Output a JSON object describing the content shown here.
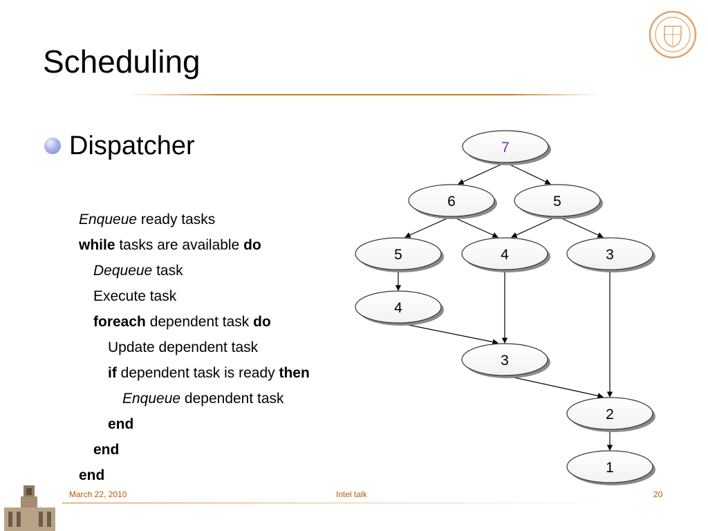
{
  "slide": {
    "title": "Scheduling",
    "bullet": "Dispatcher",
    "footer": {
      "date": "March 22, 2010",
      "center": "Intel talk",
      "page": "20"
    }
  },
  "code": [
    {
      "indent": 0,
      "parts": [
        {
          "t": "Enqueue",
          "s": "it"
        },
        {
          "t": " ready tasks",
          "s": ""
        }
      ]
    },
    {
      "indent": 0,
      "parts": [
        {
          "t": "while",
          "s": "kw"
        },
        {
          "t": " tasks are available ",
          "s": ""
        },
        {
          "t": "do",
          "s": "kw"
        }
      ]
    },
    {
      "indent": 1,
      "parts": [
        {
          "t": "Dequeue",
          "s": "it"
        },
        {
          "t": " task",
          "s": ""
        }
      ]
    },
    {
      "indent": 1,
      "parts": [
        {
          "t": "Execute task",
          "s": ""
        }
      ]
    },
    {
      "indent": 1,
      "parts": [
        {
          "t": "foreach",
          "s": "kw"
        },
        {
          "t": " dependent task ",
          "s": ""
        },
        {
          "t": "do",
          "s": "kw"
        }
      ]
    },
    {
      "indent": 2,
      "parts": [
        {
          "t": "Update dependent task",
          "s": ""
        }
      ]
    },
    {
      "indent": 2,
      "parts": [
        {
          "t": "if",
          "s": "kw"
        },
        {
          "t": " dependent task is ready ",
          "s": ""
        },
        {
          "t": "then",
          "s": "kw"
        }
      ]
    },
    {
      "indent": 3,
      "parts": [
        {
          "t": "Enqueue",
          "s": "it"
        },
        {
          "t": " dependent task",
          "s": ""
        }
      ]
    },
    {
      "indent": 2,
      "parts": [
        {
          "t": "end",
          "s": "kw"
        }
      ]
    },
    {
      "indent": 1,
      "parts": [
        {
          "t": "end",
          "s": "kw"
        }
      ]
    },
    {
      "indent": 0,
      "parts": [
        {
          "t": "end",
          "s": "kw"
        }
      ]
    }
  ],
  "graph": {
    "nodes": [
      {
        "id": "n7",
        "label": "7",
        "highlight": true
      },
      {
        "id": "n6",
        "label": "6"
      },
      {
        "id": "n5a",
        "label": "5"
      },
      {
        "id": "n5b",
        "label": "5"
      },
      {
        "id": "n4a",
        "label": "4"
      },
      {
        "id": "n3a",
        "label": "3"
      },
      {
        "id": "n4b",
        "label": "4"
      },
      {
        "id": "n3b",
        "label": "3"
      },
      {
        "id": "n2",
        "label": "2"
      },
      {
        "id": "n1",
        "label": "1"
      }
    ],
    "edges": [
      [
        "n7",
        "n6"
      ],
      [
        "n7",
        "n5a"
      ],
      [
        "n6",
        "n5b"
      ],
      [
        "n6",
        "n4a"
      ],
      [
        "n5a",
        "n4a"
      ],
      [
        "n5a",
        "n3a"
      ],
      [
        "n5b",
        "n4b"
      ],
      [
        "n4a",
        "n3b"
      ],
      [
        "n4b",
        "n3b"
      ],
      [
        "n3a",
        "n2"
      ],
      [
        "n3b",
        "n2"
      ],
      [
        "n2",
        "n1"
      ]
    ],
    "colors": {
      "highlight_text": "#7030c0",
      "node_stroke": "#333333",
      "node_shadow": "#8a8a8a"
    }
  },
  "colors": {
    "accent": "#cc7a1a",
    "footer_text": "#b15a00",
    "bullet": "#aab3ea"
  }
}
